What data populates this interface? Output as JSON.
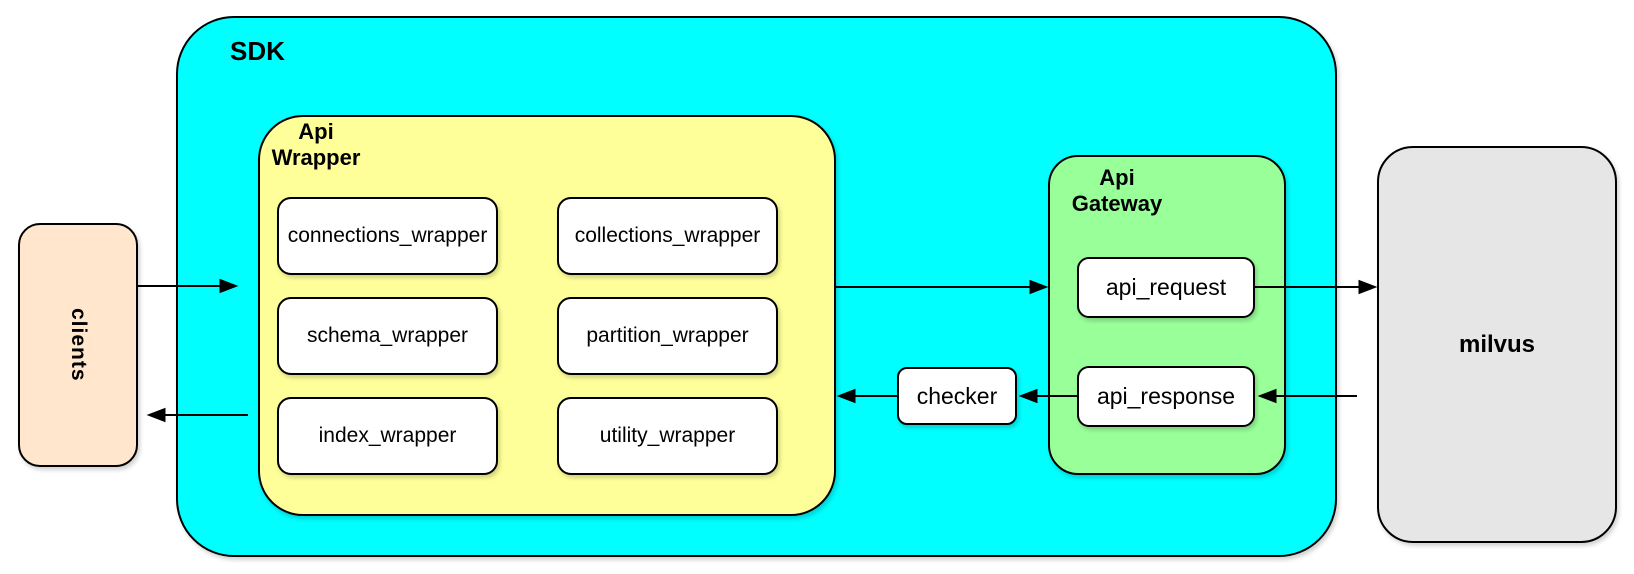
{
  "diagram": {
    "background": "#FFFFFF",
    "stroke_color": "#000000",
    "clients": {
      "label": "clients",
      "fill": "#FFE6CC"
    },
    "sdk": {
      "label": "SDK",
      "fill": "#00FFFF"
    },
    "api_wrapper": {
      "label_lines": [
        "Api",
        "Wrapper"
      ],
      "fill": "#FFFF99",
      "modules": [
        "connections_wrapper",
        "collections_wrapper",
        "schema_wrapper",
        "partition_wrapper",
        "index_wrapper",
        "utility_wrapper"
      ]
    },
    "api_gateway": {
      "label_lines": [
        "Api",
        "Gateway"
      ],
      "fill": "#99FF99",
      "request_label": "api_request",
      "response_label": "api_response"
    },
    "checker": {
      "label": "checker",
      "fill": "#FFFFFF"
    },
    "milvus": {
      "label": "milvus",
      "fill": "#E6E6E6"
    },
    "edges": [
      {
        "from": "clients",
        "to": "sdk"
      },
      {
        "from": "api_wrapper",
        "to": "clients"
      },
      {
        "from": "api_wrapper",
        "to": "api_request"
      },
      {
        "from": "api_request",
        "to": "milvus"
      },
      {
        "from": "milvus",
        "to": "api_response"
      },
      {
        "from": "api_response",
        "to": "checker"
      },
      {
        "from": "checker",
        "to": "api_wrapper"
      }
    ]
  }
}
